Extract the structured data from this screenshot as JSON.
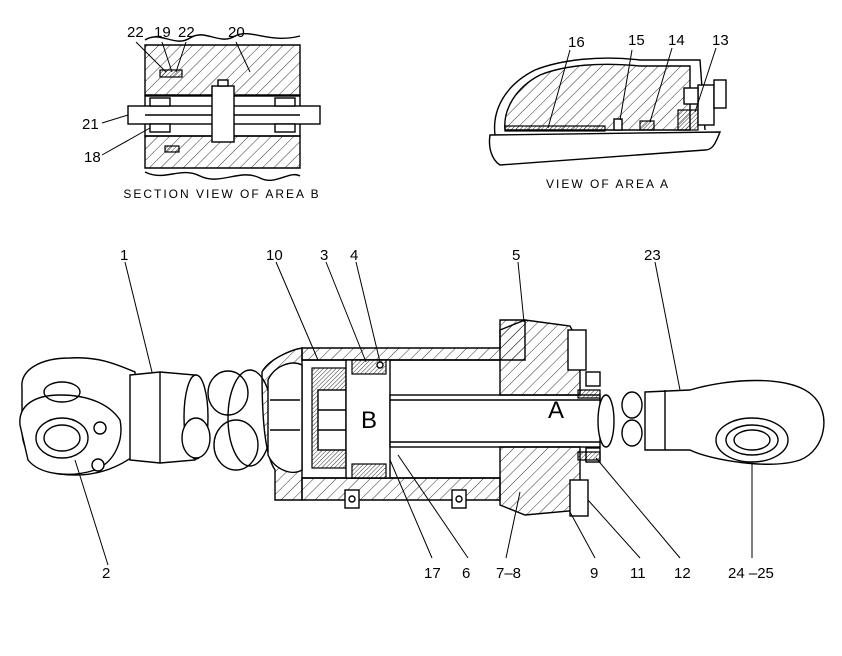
{
  "section_view_caption": "SECTION VIEW OF AREA B",
  "area_a_caption": "VIEW OF AREA A",
  "area_labels": {
    "a": "A",
    "b": "B"
  },
  "callouts": {
    "c1": "1",
    "c2": "2",
    "c3": "3",
    "c4": "4",
    "c5": "5",
    "c6": "6",
    "c7_8": "7–8",
    "c9": "9",
    "c10": "10",
    "c11": "11",
    "c12": "12",
    "c13": "13",
    "c14": "14",
    "c15": "15",
    "c16": "16",
    "c17": "17",
    "c18": "18",
    "c19": "19",
    "c20": "20",
    "c21": "21",
    "c22a": "22",
    "c22b": "22",
    "c23": "23",
    "c24_25": "24 –25"
  }
}
